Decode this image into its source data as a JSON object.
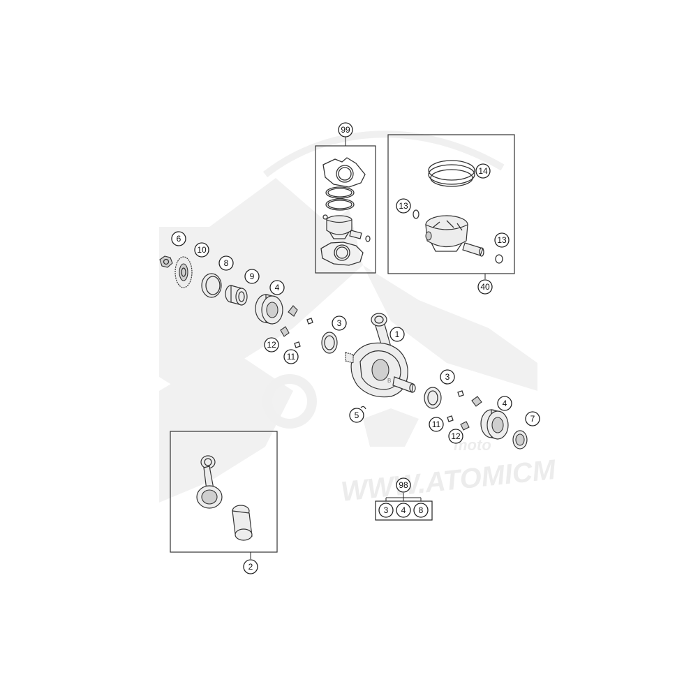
{
  "watermark": {
    "url_text": "WWW.ATOMICM",
    "brand_text": "moto"
  },
  "callouts": {
    "c1": "1",
    "c2": "2",
    "c3a": "3",
    "c3b": "3",
    "c4a": "4",
    "c4b": "4",
    "c5": "5",
    "c6": "6",
    "c7": "7",
    "c8": "8",
    "c9": "9",
    "c10": "10",
    "c11a": "11",
    "c11b": "11",
    "c12a": "12",
    "c12b": "12",
    "c13a": "13",
    "c13b": "13",
    "c14": "14",
    "c40": "40",
    "c98": "98",
    "c99": "99"
  },
  "kit98": {
    "items": [
      "3",
      "4",
      "8"
    ]
  }
}
